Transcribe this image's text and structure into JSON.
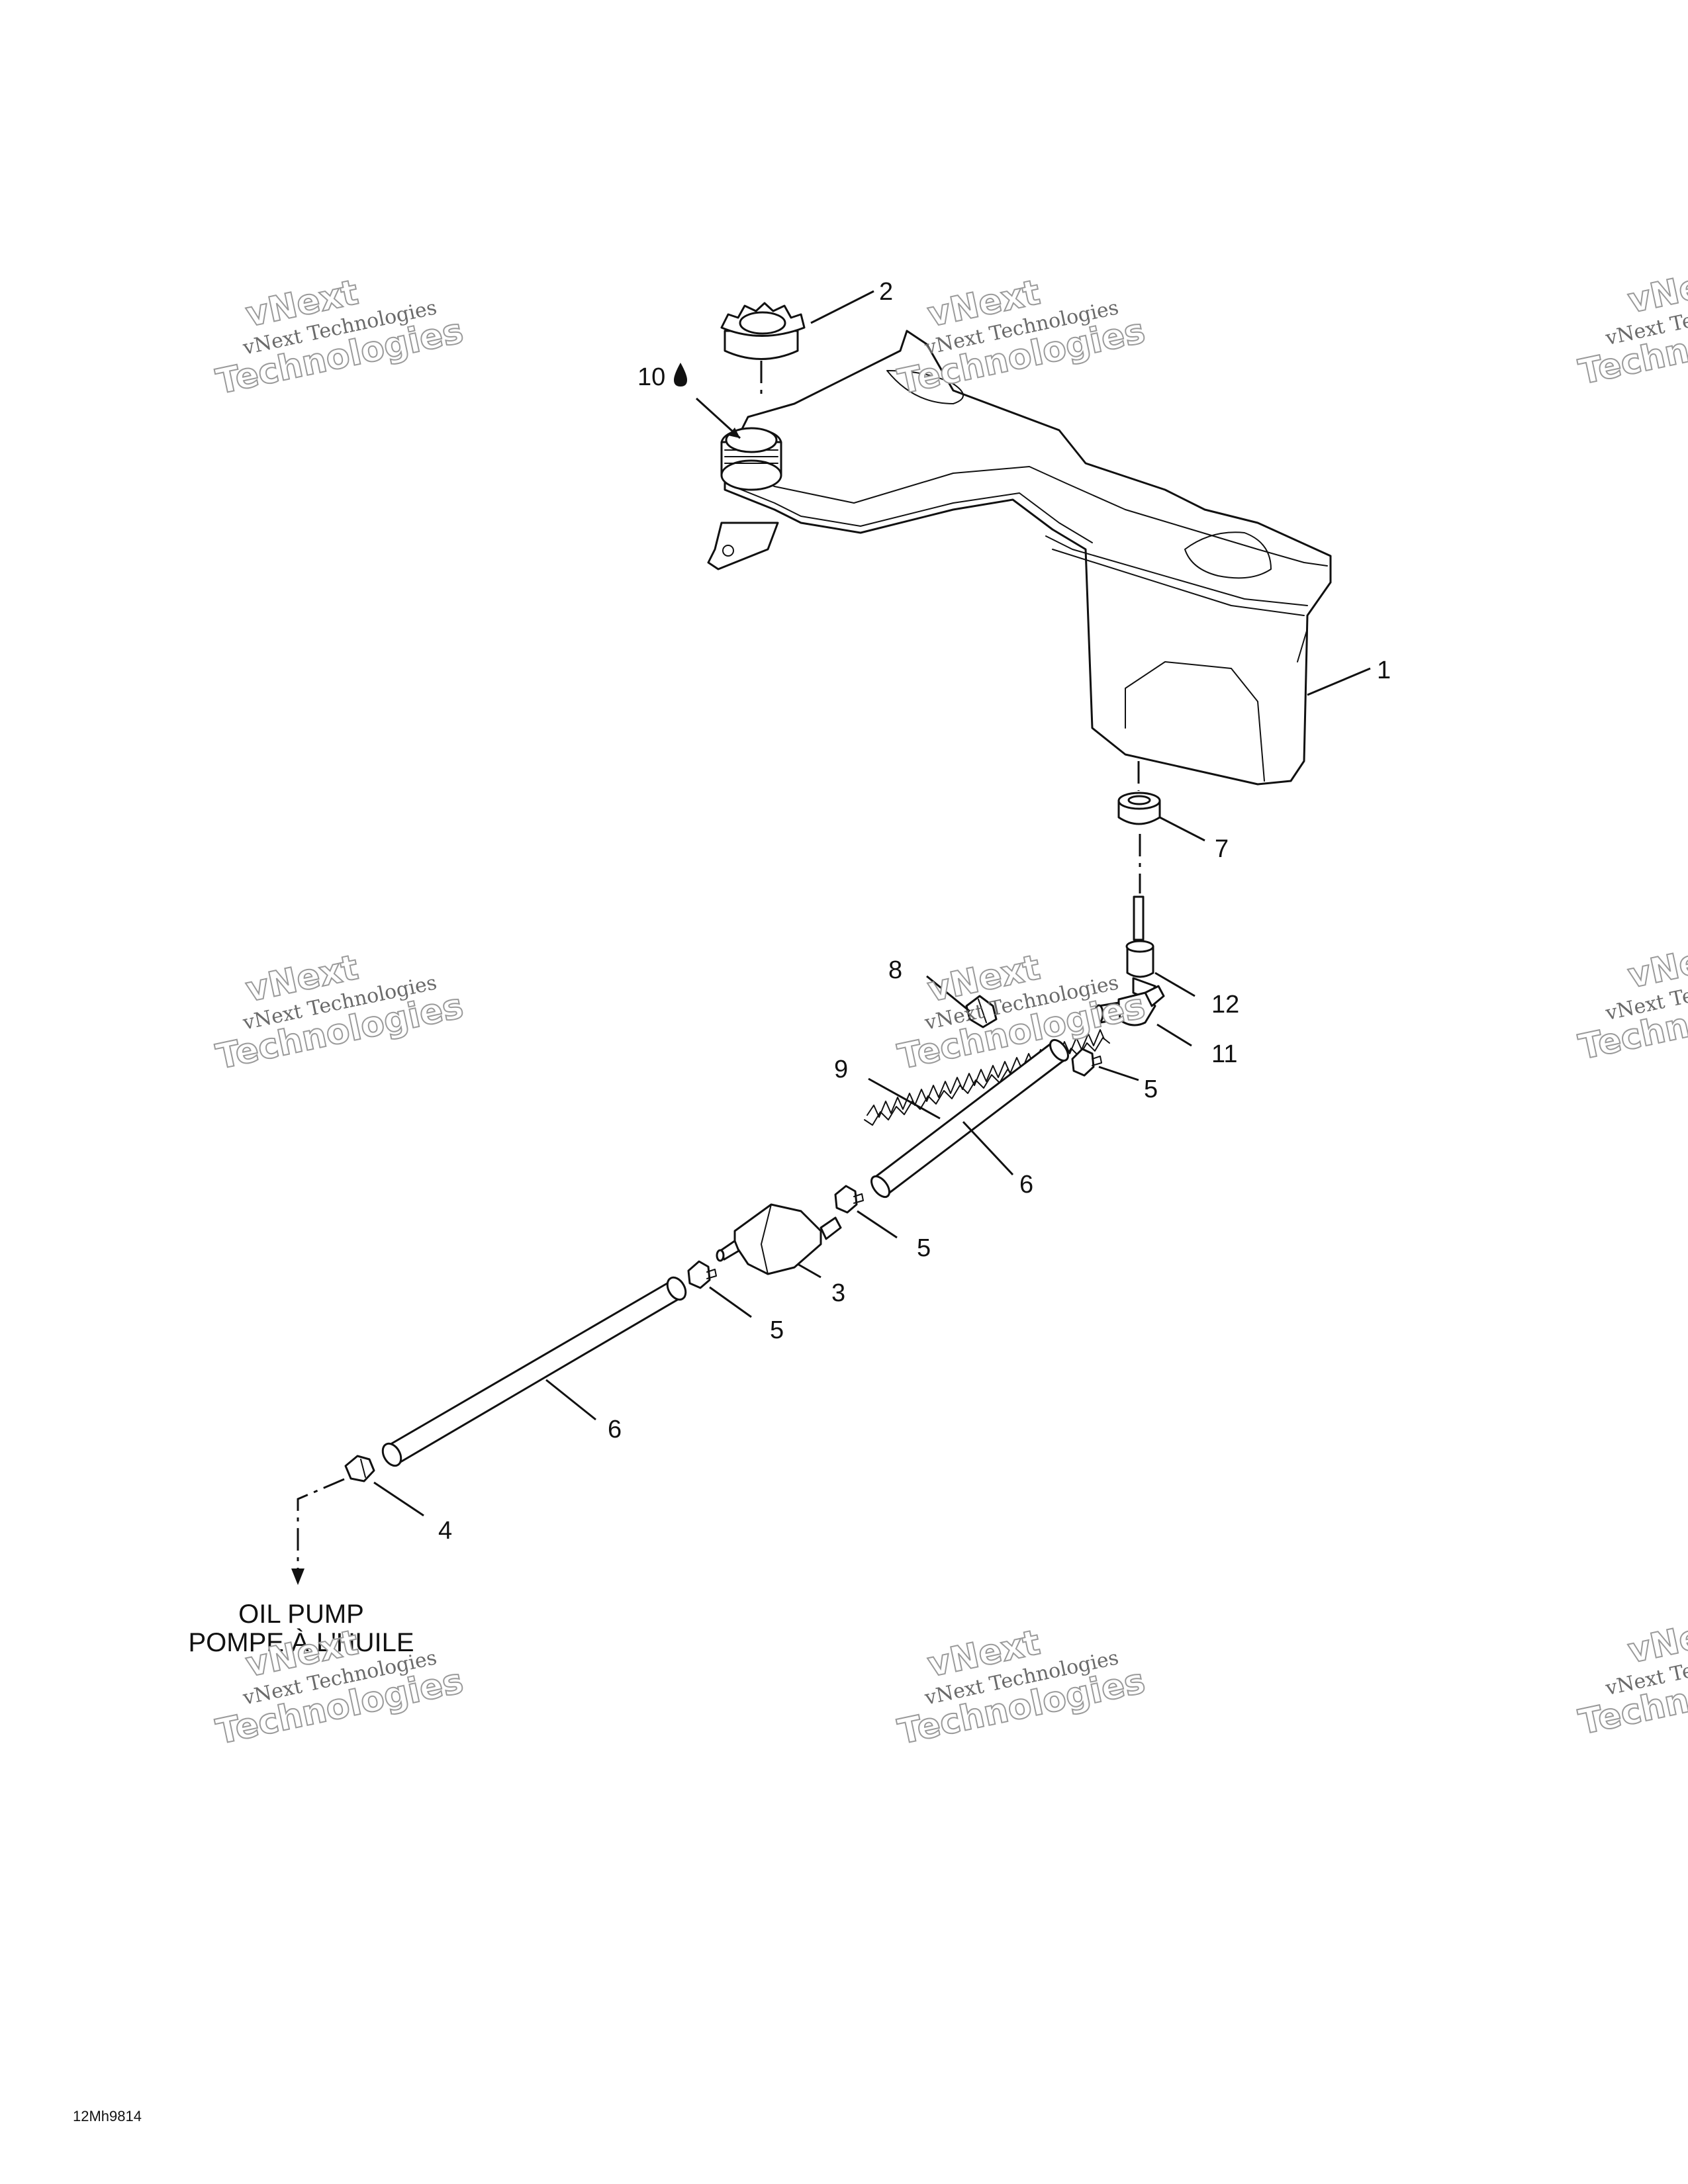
{
  "diagram": {
    "callouts": {
      "c1": "1",
      "c2": "2",
      "c3": "3",
      "c4": "4",
      "c5a": "5",
      "c5b": "5",
      "c5c": "5",
      "c6a": "6",
      "c6b": "6",
      "c7": "7",
      "c8": "8",
      "c9": "9",
      "c10": "10",
      "c11": "11",
      "c12": "12"
    },
    "destination": {
      "line1": "OIL PUMP",
      "line2": "POMPE À L'HUILE"
    },
    "figure_id": "12Mh9814",
    "lubricant_icon": "oil-drop-icon"
  },
  "watermark": {
    "line_a": "vNext Technologies",
    "line_b": "vNext",
    "line_c": "Technologies"
  }
}
